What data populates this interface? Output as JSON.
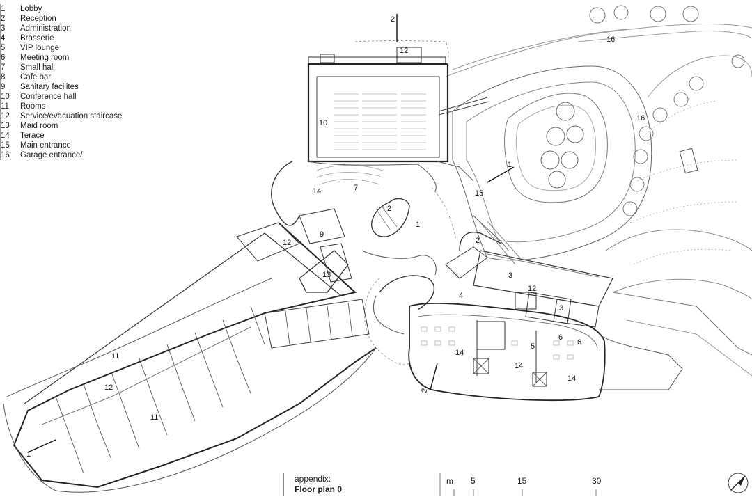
{
  "legend": [
    {
      "num": "1",
      "label": "Lobby"
    },
    {
      "num": "2",
      "label": "Reception"
    },
    {
      "num": "3",
      "label": "Administration"
    },
    {
      "num": "4",
      "label": "Brasserie"
    },
    {
      "num": "5",
      "label": "VIP lounge"
    },
    {
      "num": "6",
      "label": "Meeting room"
    },
    {
      "num": "7",
      "label": "Small hall"
    },
    {
      "num": "8",
      "label": "Cafe bar"
    },
    {
      "num": "9",
      "label": "Sanitary facilites"
    },
    {
      "num": "10",
      "label": "Conference hall"
    },
    {
      "num": "11",
      "label": "Rooms"
    },
    {
      "num": "12",
      "label": "Service/evacuation staircase"
    },
    {
      "num": "13",
      "label": "Maid room"
    },
    {
      "num": "14",
      "label": "Terace"
    },
    {
      "num": "15",
      "label": "Main entrance"
    },
    {
      "num": "16",
      "label": "Garage entrance/"
    }
  ],
  "plan_labels": {
    "conference": "10",
    "small_hall": "7",
    "terrace_a": "14",
    "terrace_b": "14",
    "terrace_c": "14",
    "terrace_d": "14",
    "lobby": "1",
    "reception_a": "2",
    "reception_b": "2",
    "admin_a": "3",
    "admin_b": "3",
    "brasserie": "4",
    "vip": "5",
    "meeting_a": "6",
    "meeting_b": "6",
    "sanitary": "9",
    "stair_a": "12",
    "stair_b": "12",
    "stair_c": "12",
    "stair_d": "12",
    "maid": "13",
    "rooms_a": "11",
    "rooms_b": "11",
    "entrance": "15",
    "garage_a": "16",
    "garage_b": "16",
    "section_top": "2",
    "section_bottom": "2",
    "section_left": "1",
    "section_right": "1"
  },
  "footer": {
    "appendix": "appendix:",
    "title": "Floor plan 0"
  },
  "scale": {
    "unit": "m",
    "ticks": [
      "5",
      "15",
      "30"
    ]
  }
}
